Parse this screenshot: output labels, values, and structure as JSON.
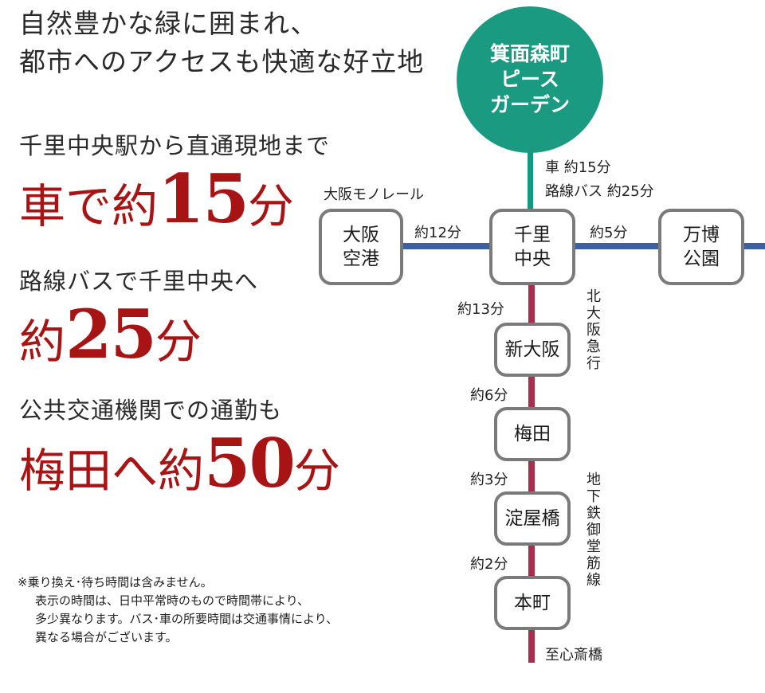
{
  "headline": {
    "line1": "自然豊かな緑に囲まれ、",
    "line2": "都市へのアクセスも快適な好立地"
  },
  "highlights": [
    {
      "lead": "千里中央駅から直通現地まで",
      "prefix": "車で約",
      "number": "15",
      "suffix": "分"
    },
    {
      "lead": "路線バスで千里中央へ",
      "prefix": "約",
      "number": "25",
      "suffix": "分"
    },
    {
      "lead": "公共交通機関での通勤も",
      "prefix": "梅田へ約",
      "number": "50",
      "suffix": "分"
    }
  ],
  "notes": {
    "line1": "※乗り換え･待ち時間は含みません。",
    "line2": "表示の時間は、日中平常時のもので時間帯により、",
    "line3": "多少異なります。バス･車の所要時間は交通事情により、",
    "line4": "異なる場合がございます。"
  },
  "map": {
    "colors": {
      "site": "#1a9a80",
      "monorail": "#3d61a0",
      "subway": "#a8304e",
      "accent": "#a81414"
    },
    "site": {
      "line1": "箕面森町",
      "line2": "ピース",
      "line3": "ガーデン"
    },
    "site_access": {
      "car": "車 約15分",
      "bus": "路線バス 約25分"
    },
    "monorail_label": "大阪モノレール",
    "stations": {
      "itami": {
        "line1": "大阪",
        "line2": "空港"
      },
      "senri": {
        "line1": "千里",
        "line2": "中央"
      },
      "banpaku": {
        "line1": "万博",
        "line2": "公園"
      },
      "shinosaka": {
        "name": "新大阪"
      },
      "umeda": {
        "name": "梅田"
      },
      "yodoyabashi": {
        "name": "淀屋橋"
      },
      "honmachi": {
        "name": "本町"
      }
    },
    "times": {
      "itami_senri": "約12分",
      "senri_banpaku": "約5分",
      "senri_shinosaka": "約13分",
      "shinosaka_umeda": "約6分",
      "umeda_yodoyabashi": "約3分",
      "yodoyabashi_honmachi": "約2分"
    },
    "line_labels": {
      "kitakyu": "北大阪急行",
      "midosuji": "地下鉄御堂筋線"
    },
    "terminus": "至心斎橋"
  }
}
